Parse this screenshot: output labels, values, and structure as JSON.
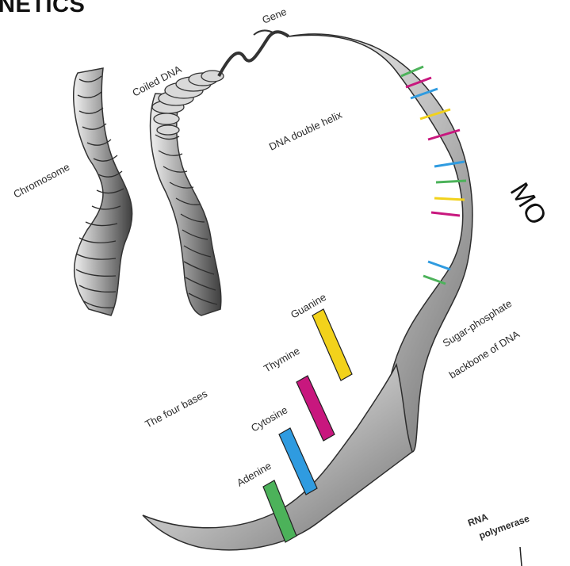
{
  "title": "NETICS",
  "side_text": "MO",
  "labels": {
    "gene": "Gene",
    "coiled_dna": "Coiled DNA",
    "dna_double_helix": "DNA double helix",
    "chromosome": "Chromosome",
    "guanine": "Guanine",
    "thymine": "Thymine",
    "cytosine": "Cytosine",
    "adenine": "Adenine",
    "four_bases": "The four bases",
    "backbone_line1": "Sugar-phosphate",
    "backbone_line2": "backbone of DNA",
    "rna_line1": "RNA",
    "rna_line2": "polymerase"
  },
  "colors": {
    "guanine": "#f2d21b",
    "thymine": "#c8177e",
    "cytosine": "#2f9be0",
    "adenine": "#4cb25a"
  }
}
